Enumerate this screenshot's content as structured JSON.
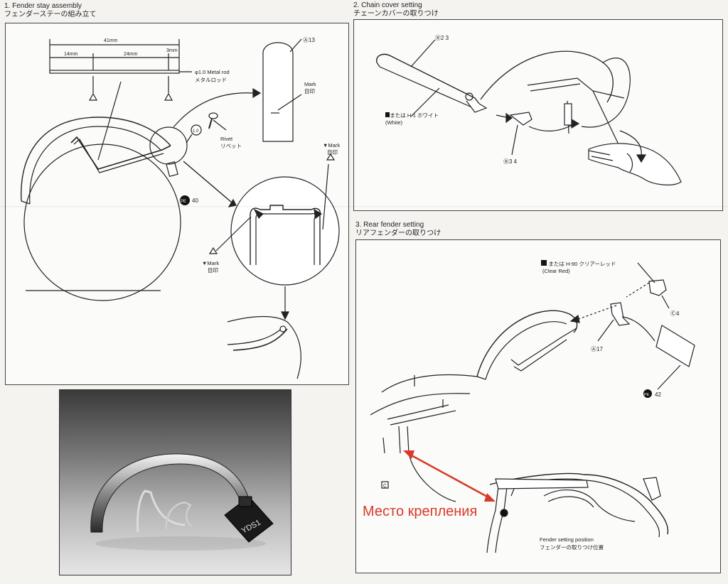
{
  "section1": {
    "title_en": "1. Fender stay assembly",
    "title_jp": "フェンダーステーの組み立て",
    "dim_total": "41mm",
    "dim_left": "14mm",
    "dim_mid": "24mm",
    "dim_right": "3mm",
    "rod_label": "φ1.0 Metal rod",
    "rod_label_jp": "メタルロッド",
    "part_a13": "Ⓐ13",
    "mark": "Mark",
    "mark_jp": "目印",
    "rivet": "Rivet",
    "rivet_jp": "リベット",
    "pe40": "PE",
    "pe40_num": "40",
    "mark2": "▼Mark",
    "mark2_jp": "目印",
    "mark3": "▼Mark",
    "mark3_jp": "目印",
    "circle_part": "1.0"
  },
  "section2": {
    "title_en": "2. Chain cover setting",
    "title_jp": "チェーンカバーの取りつけ",
    "r2": "Ⓡ2 3",
    "color_note": "1 または H-1 ホワイト",
    "color_note_en": "(White)",
    "r3": "Ⓡ3 4"
  },
  "section3": {
    "title_en": "3. Rear fender setting",
    "title_jp": "リアフェンダーの取りつけ",
    "color_note": "47 または H-90 クリアーレッド",
    "color_note_en": "(Clear Red)",
    "c4": "Ⓒ4",
    "a17": "Ⓐ17",
    "pe42": "PE",
    "pe42_num": "42",
    "c_label": "C",
    "position_en": "Fender setting position",
    "position_jp": "フェンダーの取りつけ位置"
  },
  "photo": {
    "plate_text": "YDS1"
  },
  "annotation": {
    "text": "Место крепления",
    "color": "#d93a2b"
  }
}
